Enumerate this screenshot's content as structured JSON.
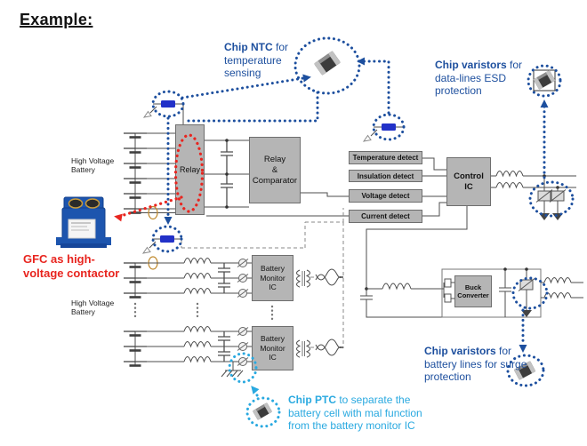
{
  "title": "Example:",
  "colors": {
    "annotation_blue": "#1d4f9e",
    "annotation_cyan": "#29a9e0",
    "annotation_red": "#e8251f",
    "block_fill": "#b5b5b5",
    "block_border": "#6e6e6e",
    "wire": "#4d4d4d",
    "ntc_blue": "#2231c8",
    "contactor_blue": "#1d55ae"
  },
  "annotations": {
    "ntc": {
      "lead": "Chip NTC",
      "rest": " for temperature sensing"
    },
    "esd": {
      "lead": "Chip varistors",
      "rest": " for data-lines ESD protection"
    },
    "surge": {
      "lead": "Chip varistors",
      "rest": " for battery lines for surge protection"
    },
    "ptc": {
      "lead": "Chip PTC",
      "rest": " to separate the battery cell with mal function from the battery monitor IC"
    },
    "gfc": "GFC as high-voltage contactor"
  },
  "labels": {
    "hv_battery_top": "High Voltage Battery",
    "hv_battery_bottom": "High Voltage Battery"
  },
  "blocks": {
    "relay": "Relay",
    "relay_comparator": [
      "Relay",
      "&",
      "Comparator"
    ],
    "temperature_detect": "Temperature detect",
    "insulation_detect": "Insulation detect",
    "voltage_detect": "Voltage detect",
    "current_detect": "Current detect",
    "control_ic": [
      "Control",
      "IC"
    ],
    "battery_monitor_1": [
      "Battery",
      "Monitor",
      "IC"
    ],
    "battery_monitor_2": [
      "Battery",
      "Monitor",
      "IC"
    ],
    "buck_converter": [
      "Buck",
      "Converter"
    ]
  },
  "icons": {
    "chip_ntc": "smd-chip",
    "chip_varistor_data_lines": "smd-chip",
    "chip_varistor_battery_lines": "smd-chip",
    "chip_ptc": "smd-chip",
    "gfc_contactor": "blue-contactor-device"
  }
}
